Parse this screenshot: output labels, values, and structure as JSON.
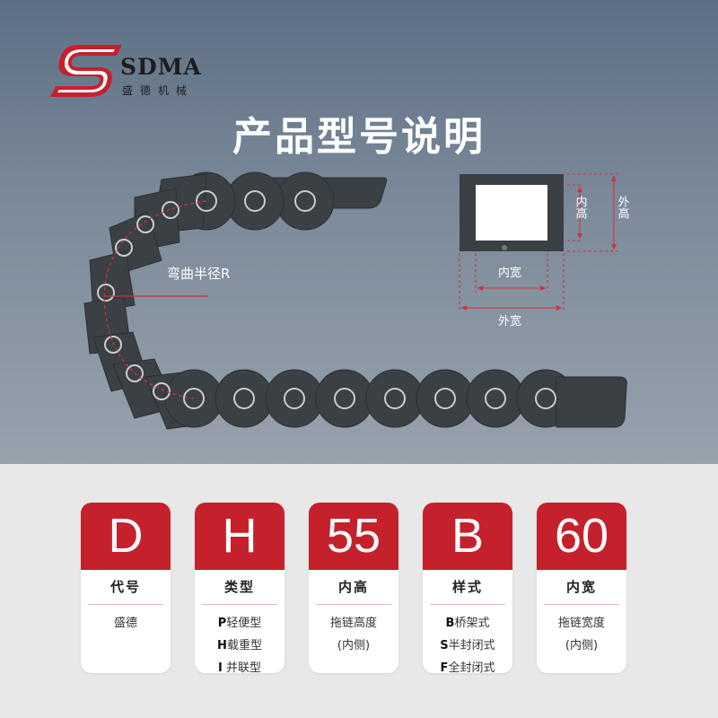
{
  "brand": {
    "name_en": "SDMA",
    "name_cn": "盛德机械",
    "accent": "#c5212c"
  },
  "title": "产品型号说明",
  "diagram": {
    "bend_radius_label": "弯曲半径R",
    "inner_height_label": "内高",
    "outer_height_label": "外高",
    "inner_width_label": "内宽",
    "outer_width_label": "外宽"
  },
  "cards": [
    {
      "code": "D",
      "label": "代号",
      "lines": [
        "盛德"
      ]
    },
    {
      "code": "H",
      "label": "类型",
      "options": [
        {
          "code": "P",
          "text": "轻便型"
        },
        {
          "code": "H",
          "text": "载重型"
        },
        {
          "code": "I",
          "text": " 并联型"
        }
      ]
    },
    {
      "code": "55",
      "label": "内高",
      "lines": [
        "拖链高度",
        "(内侧)"
      ]
    },
    {
      "code": "B",
      "label": "样式",
      "options": [
        {
          "code": "B",
          "text": "桥架式"
        },
        {
          "code": "S",
          "text": "半封闭式"
        },
        {
          "code": "F",
          "text": "全封闭式"
        }
      ]
    },
    {
      "code": "60",
      "label": "内宽",
      "lines": [
        "拖链宽度",
        "(内侧)"
      ]
    }
  ]
}
